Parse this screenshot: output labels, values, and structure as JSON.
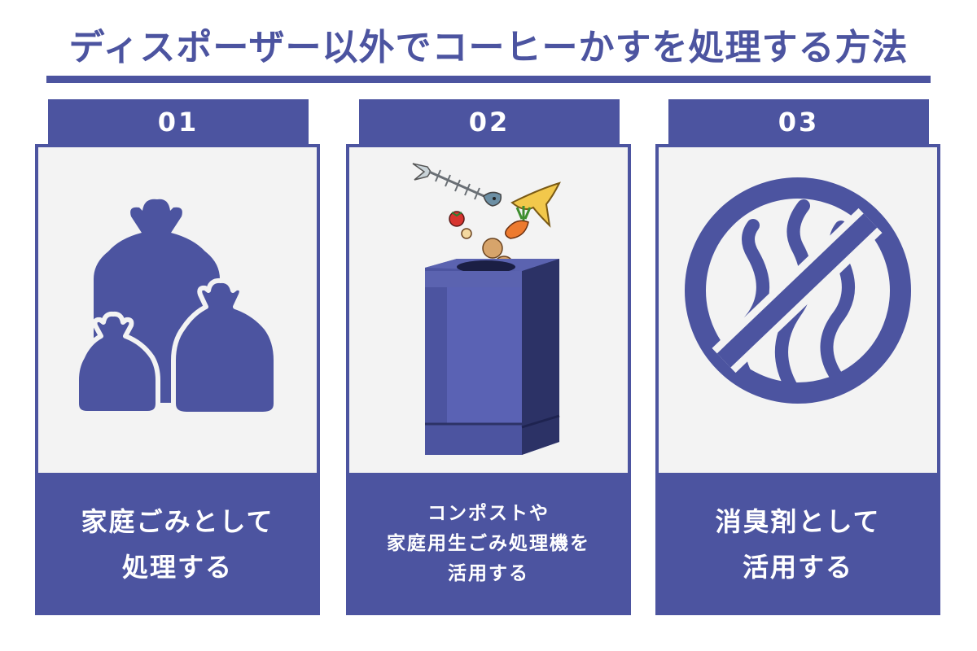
{
  "title": "ディスポーザー以外でコーヒーかすを処理する方法",
  "colors": {
    "accent": "#4c54a0",
    "panel_bg": "#f3f3f3",
    "text_on_accent": "#ffffff"
  },
  "cards": [
    {
      "number": "01",
      "icon": "garbage-bags-icon",
      "caption_lines": [
        "家庭ごみとして",
        "処理する"
      ]
    },
    {
      "number": "02",
      "icon": "compost-bin-icon",
      "caption_lines": [
        "コンポストや",
        "家庭用生ごみ処理機を",
        "活用する"
      ]
    },
    {
      "number": "03",
      "icon": "no-odor-icon",
      "caption_lines": [
        "消臭剤として",
        "活用する"
      ]
    }
  ]
}
